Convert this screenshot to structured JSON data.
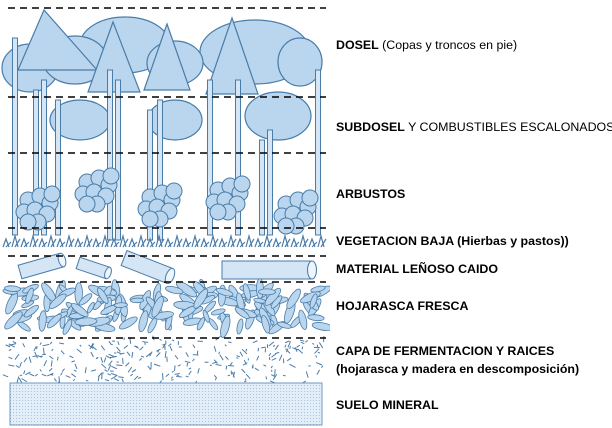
{
  "layers": [
    {
      "id": "dosel",
      "bold": "DOSEL",
      "normal": " (Copas y troncos en pie)"
    },
    {
      "id": "subdosel",
      "bold": "SUBDOSEL",
      "normal": " Y COMBUSTIBLES ESCALONADOS"
    },
    {
      "id": "arbustos",
      "bold": "ARBUSTOS",
      "normal": ""
    },
    {
      "id": "vegetacion",
      "bold": "VEGETACION BAJA (Hierbas y pastos))",
      "normal": ""
    },
    {
      "id": "lenoso",
      "bold": "MATERIAL LEÑOSO CAIDO",
      "normal": ""
    },
    {
      "id": "hojarasca",
      "bold": "HOJARASCA FRESCA",
      "normal": ""
    },
    {
      "id": "fermentacion",
      "bold": "CAPA DE FERMENTACION Y RAICES",
      "normal": "",
      "line2": "(hojarasca y madera en descomposición)"
    },
    {
      "id": "suelo",
      "bold": "SUELO MINERAL",
      "normal": ""
    }
  ],
  "colors": {
    "fill": "#b9d6ee",
    "stroke": "#4a7ca8",
    "soil": "#dfeaf6",
    "dash": "#000000"
  },
  "icons": [
    "conifer-tree-icon",
    "deciduous-crown-icon",
    "shrub-icon",
    "grass-icon",
    "fallen-log-icon",
    "leaf-litter-icon"
  ]
}
